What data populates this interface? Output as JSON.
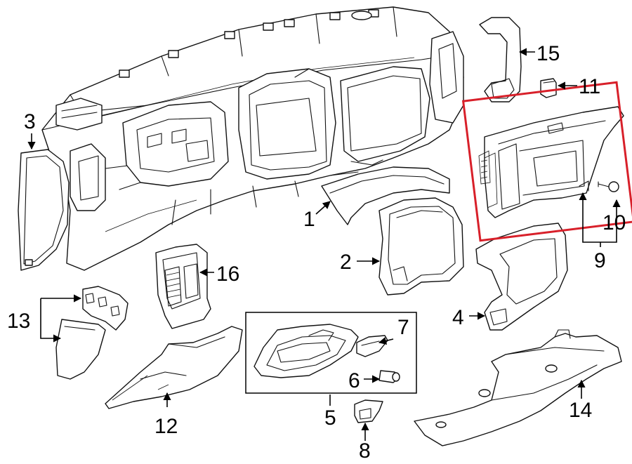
{
  "diagram": {
    "highlight_color": "#d8202a",
    "line_color": "#000000",
    "background": "#ffffff",
    "callouts": {
      "c1": "1",
      "c2": "2",
      "c3": "3",
      "c4": "4",
      "c5": "5",
      "c6": "6",
      "c7": "7",
      "c8": "8",
      "c9": "9",
      "c10": "10",
      "c11": "11",
      "c12": "12",
      "c13": "13",
      "c14": "14",
      "c15": "15",
      "c16": "16"
    }
  }
}
